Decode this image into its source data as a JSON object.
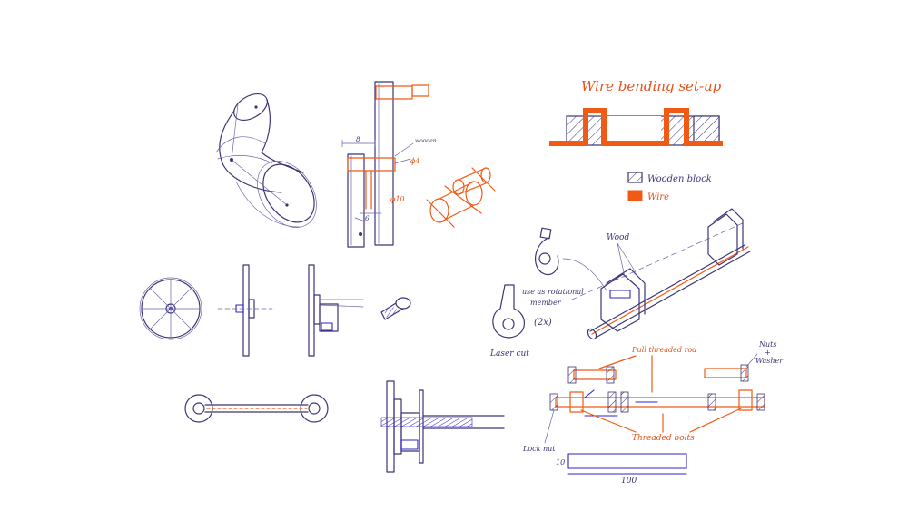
{
  "title": "Wire bending set-up",
  "legend": {
    "wooden_block": "Wooden block",
    "wire": "Wire"
  },
  "labels": {
    "wood": "Wood",
    "rotational_member": [
      "use as rotational",
      "member"
    ],
    "times_two": "(2x)",
    "laser_cut": "Laser cut",
    "full_threaded_rod": "Full threaded rod",
    "nuts_washer": [
      "Nuts",
      "+",
      "Washer"
    ],
    "threaded_bolts": "Threaded bolts",
    "lock_nut": "Lock nut",
    "dim_10": "10",
    "dim_100": "100",
    "dim_8": "8",
    "dim_6": "6",
    "dim_phi4": "ϕ4",
    "dim_phi10": "ϕ10",
    "side_note": "wooden"
  },
  "colors": {
    "ink": "#3b3576",
    "accent_orange": "#f05a14",
    "highlight_blue": "#2d23c8",
    "background": "#ffffff"
  }
}
